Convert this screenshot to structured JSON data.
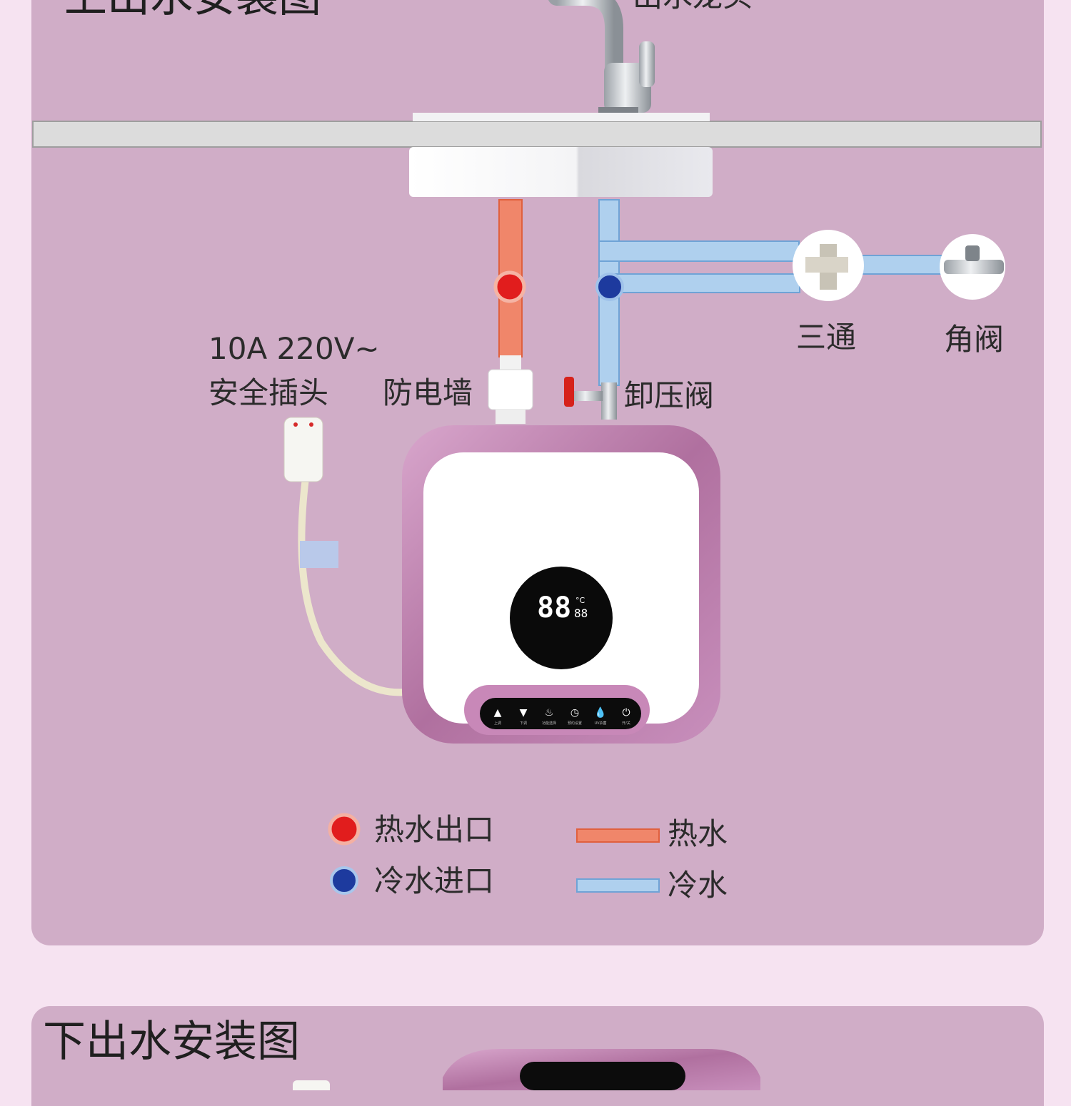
{
  "top_diagram": {
    "title": "上出水安装图",
    "faucet_label": "出水龙头",
    "plug_spec": "10A 220V~",
    "plug_label": "安全插头",
    "anti_shock_label": "防电墙",
    "relief_valve_label": "卸压阀",
    "tee_label": "三通",
    "angle_valve_label": "角阀",
    "display_digits": "88",
    "display_unit": "°C",
    "display_small_digits": "88",
    "control_buttons": [
      "上调",
      "下调",
      "功能选择",
      "预约设置",
      "UV杀菌",
      "开/关"
    ]
  },
  "legend": {
    "hot_outlet": "热水出口",
    "cold_inlet": "冷水进口",
    "hot_water": "热水",
    "cold_water": "冷水"
  },
  "bottom_diagram": {
    "title": "下出水安装图"
  },
  "colors": {
    "background": "#f6e3f1",
    "panel": "#d0adc7",
    "hot_pipe": "#f0866a",
    "cold_pipe": "#afd0ee",
    "hot_dot": "#e11d1d",
    "cold_dot": "#1d3a9e",
    "heater_frame": "#b77aa8"
  },
  "icons": [
    "faucet-icon",
    "tee-fitting-icon",
    "angle-valve-icon",
    "safety-plug-icon",
    "relief-valve-icon"
  ]
}
